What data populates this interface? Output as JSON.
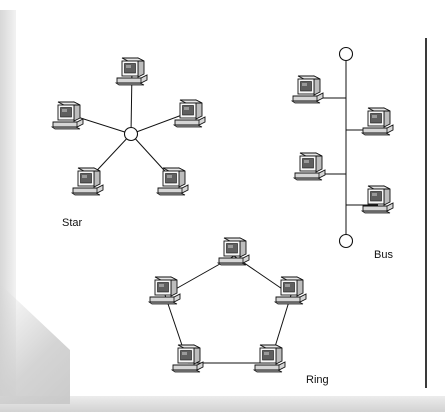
{
  "diagram": {
    "labels": {
      "star": "Star",
      "bus": "Bus",
      "ring": "Ring"
    }
  },
  "colors": {
    "background": "#ffffff",
    "line": "#111111",
    "shadow": "#d2d2d2"
  },
  "icons": {
    "computer": "desktop-computer-icon",
    "hub": "hub-node-icon",
    "terminator": "bus-terminator-icon"
  }
}
